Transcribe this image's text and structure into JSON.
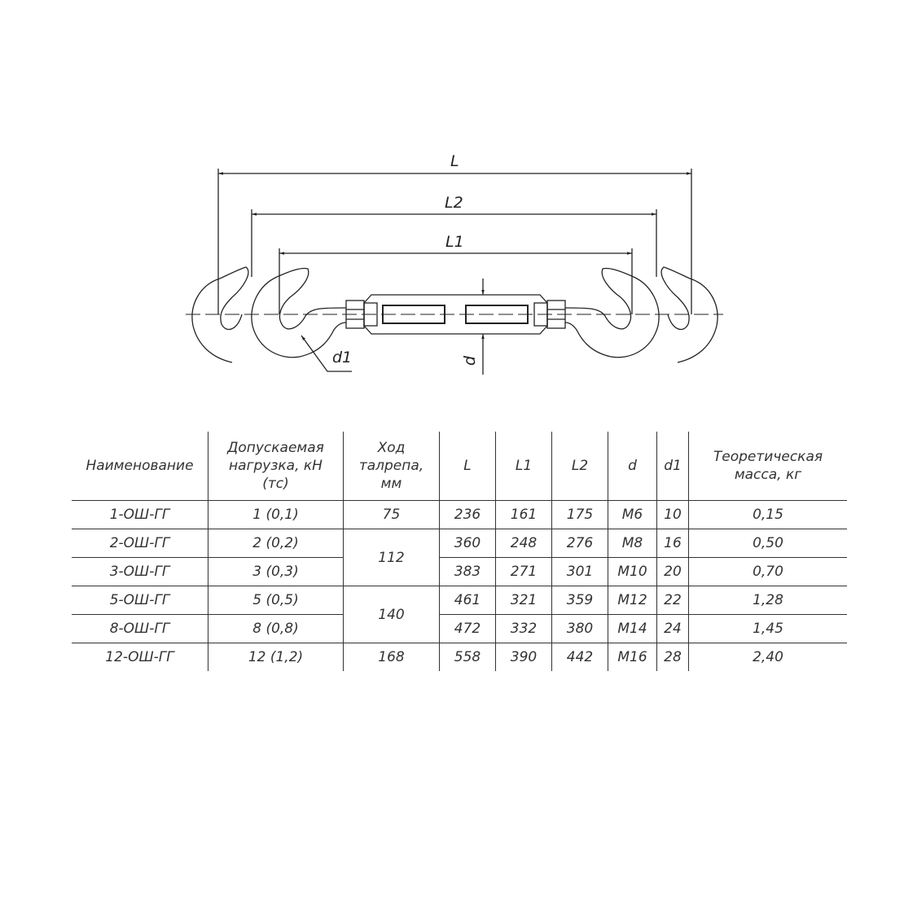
{
  "drawing": {
    "dimensions": {
      "L": "L",
      "L2": "L2",
      "L1": "L1",
      "d": "d",
      "d1": "d1"
    }
  },
  "table": {
    "headers": {
      "name": "Наименование",
      "load": [
        "Допускаемая",
        "нагрузка, кН",
        "(тс)"
      ],
      "stroke": [
        "Ход",
        "талрепа,",
        "мм"
      ],
      "L": "L",
      "L1": "L1",
      "L2": "L2",
      "d": "d",
      "d1": "d1",
      "mass": [
        "Теоретическая",
        "масса, кг"
      ]
    },
    "rows": [
      {
        "name": "1-ОШ-ГГ",
        "load": "1 (0,1)",
        "stroke": "75",
        "L": "236",
        "L1": "161",
        "L2": "175",
        "d": "М6",
        "d1": "10",
        "mass": "0,15"
      },
      {
        "name": "2-ОШ-ГГ",
        "load": "2 (0,2)",
        "stroke": "112",
        "L": "360",
        "L1": "248",
        "L2": "276",
        "d": "М8",
        "d1": "16",
        "mass": "0,50"
      },
      {
        "name": "3-ОШ-ГГ",
        "load": "3 (0,3)",
        "stroke": "112",
        "L": "383",
        "L1": "271",
        "L2": "301",
        "d": "М10",
        "d1": "20",
        "mass": "0,70"
      },
      {
        "name": "5-ОШ-ГГ",
        "load": "5 (0,5)",
        "stroke": "140",
        "L": "461",
        "L1": "321",
        "L2": "359",
        "d": "М12",
        "d1": "22",
        "mass": "1,28"
      },
      {
        "name": "8-ОШ-ГГ",
        "load": "8 (0,8)",
        "stroke": "140",
        "L": "472",
        "L1": "332",
        "L2": "380",
        "d": "М14",
        "d1": "24",
        "mass": "1,45"
      },
      {
        "name": "12-ОШ-ГГ",
        "load": "12 (1,2)",
        "stroke": "168",
        "L": "558",
        "L1": "390",
        "L2": "442",
        "d": "М16",
        "d1": "28",
        "mass": "2,40"
      }
    ]
  }
}
